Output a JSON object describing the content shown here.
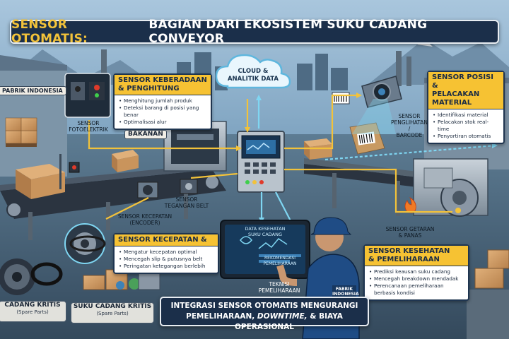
{
  "title": {
    "highlight": "SENSOR OTOMATIS:",
    "rest": "BAGIAN DARI EKOSISTEM SUKU CADANG CONVEYOR"
  },
  "cloud": {
    "line1": "CLOUD &",
    "line2": "ANALITIK DATA"
  },
  "callouts": {
    "presence": {
      "title_l1": "SENSOR KEBERADAAN",
      "title_l2": "& PENGHITUNG",
      "items": [
        "Menghitung jumlah produk",
        "Deteksi barang di posisi yang benar",
        "Optimalisasi alur"
      ]
    },
    "position": {
      "title_l1": "SENSOR POSISI &",
      "title_l2": "PELACAKAN MATERIAL",
      "items": [
        "Identifikasi material",
        "Pelacakan stok real-time",
        "Penyortiran otomatis"
      ]
    },
    "speed": {
      "title": "SENSOR KECEPATAN &",
      "items": [
        "Mengatur kecepatan optimal",
        "Mencegah slip & putusnya belt",
        "Peringatan ketegangan berlebih"
      ]
    },
    "health": {
      "title_l1": "SENSOR KESEHATAN",
      "title_l2": "& PEMELIHARAAN",
      "items": [
        "Prediksi keausan suku cadang",
        "Mencegah breakdown mendadak",
        "Perencanaan pemeliharaan berbasis kondisi"
      ]
    }
  },
  "labels": {
    "factory": "PABRIK INDONESIA",
    "photo_l1": "SENSOR",
    "photo_l2": "FOTOELEKTRIK",
    "bakanan": "BAKANAN",
    "belt_l1": "SENSOR",
    "belt_l2": "TEGANGAN BELT",
    "encoder_l1": "SENSOR KECEPATAN",
    "encoder_l2": "(ENCODER)",
    "vision_l1": "SENSOR",
    "vision_l2": "PENGLIHATAN /",
    "vision_l3": "BARCODE",
    "vibration_l1": "SENSOR GETARAN",
    "vibration_l2": "& PANAS",
    "tablet_l1": "DATA KESEHATAN",
    "tablet_l2": "SUKU CADANG",
    "tablet_l3": "REKOMENDASI",
    "tablet_l4": "PEMELIHARAAN",
    "tech_l1": "TEKNISI",
    "tech_l2": "PEMELIHARAAN",
    "vest_l1": "FABRIK",
    "vest_l2": "INDONESIA",
    "critical_left": "CADANG KRITIS",
    "critical_left_sub": "(Spare Parts)",
    "critical_mid": "SUKU CADANG KRITIS",
    "critical_mid_sub": "(Spare Parts)"
  },
  "footer": {
    "line1": "INTEGRASI SENSOR OTOMATIS MENGURANGI",
    "line2_a": "PEMELIHARAAN,",
    "line2_em": "DOWNTIME,",
    "line2_b": "& BIAYA OPERASIONAL"
  },
  "colors": {
    "accent_yellow": "#f6c233",
    "banner_navy": "#1b2f4a",
    "sky": "#8fb3d0",
    "flow_yellow": "#f2c23a",
    "flow_blue": "#7fd6f2"
  }
}
